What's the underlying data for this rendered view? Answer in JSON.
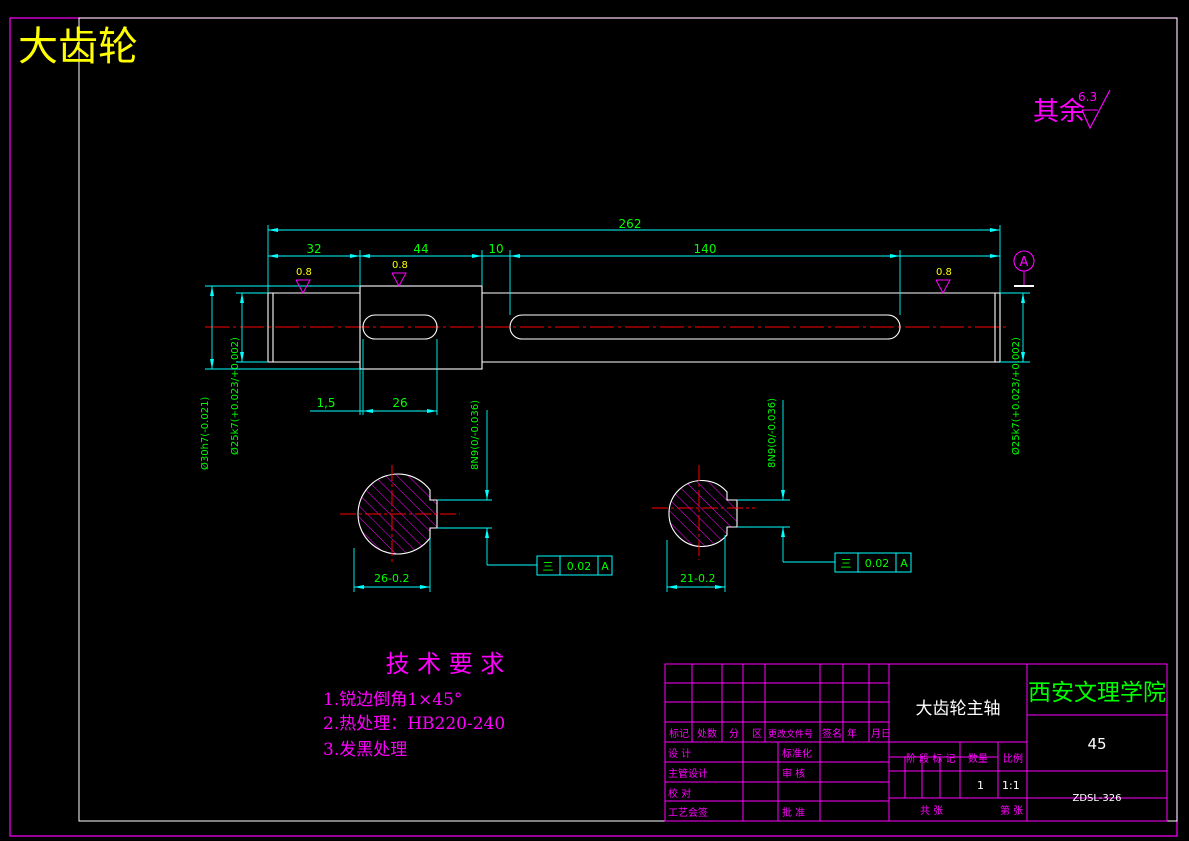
{
  "header": {
    "title": "大齿轮"
  },
  "surface_note": {
    "prefix": "其余",
    "value": "6.3"
  },
  "dimensions": {
    "total": "262",
    "seg1": "32",
    "seg2": "44",
    "seg3": "10",
    "seg4": "140",
    "gap": "1,5",
    "key1_len": "26",
    "dia_left_outer": "Ø30h7(-0.021)",
    "dia_left_inner": "Ø25k7(+0.023/+0.002)",
    "dia_right": "Ø25k7(+0.023/+0.002)",
    "roughness_1": "0.8",
    "roughness_2": "0.8",
    "roughness_3": "0.8",
    "datum": "A"
  },
  "sections": [
    {
      "key_width": "8N9(0/-0.036)",
      "depth": "26-0.2",
      "tol_symbol": "三",
      "tol_value": "0.02",
      "tol_datum": "A"
    },
    {
      "key_width": "8N9(0/-0.036)",
      "depth": "21-0.2",
      "tol_symbol": "三",
      "tol_value": "0.02",
      "tol_datum": "A"
    }
  ],
  "tech_requirements": {
    "title": "技 术 要 求",
    "items": [
      "1.锐边倒角1×45°",
      "2.热处理：HB220-240",
      "3.发黑处理"
    ]
  },
  "title_block": {
    "part_name": "大齿轮主轴",
    "school": "西安文理学院",
    "material": "45",
    "drawing_no": "ZDSL-326",
    "header_row": [
      "标记",
      "处数",
      "分",
      "区",
      "更改文件号",
      "签名",
      "年",
      "月",
      "日"
    ],
    "row_labels": [
      "设 计",
      "主管设计",
      "校 对",
      "工艺会签"
    ],
    "mid_labels": [
      "标准化",
      "审 核",
      "批 准"
    ],
    "stage_labels": [
      "阶 段 标 记",
      "数量",
      "比例"
    ],
    "quantity": "1",
    "scale": "1:1",
    "total_sheets": "共  张",
    "sheet_no": "第  张"
  },
  "colors": {
    "magenta": "#ff00ff",
    "cyan": "#00ffff",
    "green": "#00ff00",
    "red": "#ff0000",
    "yellow": "#ffff00",
    "white": "#ffffff"
  }
}
